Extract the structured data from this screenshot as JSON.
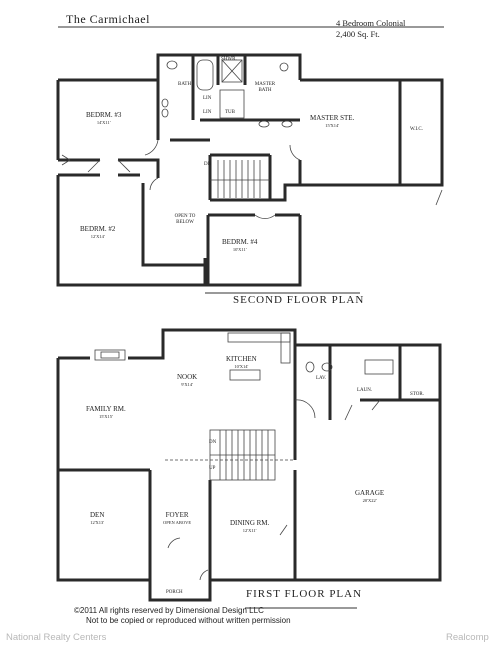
{
  "header": {
    "plan_name": "The Carmichael",
    "bedrooms": "4 Bedroom Colonial",
    "sqft": "2,400 Sq. Ft."
  },
  "second_floor": {
    "title": "SECOND FLOOR PLAN",
    "bedroom3": {
      "name": "BEDRM. #3",
      "dim": "14'X11'"
    },
    "bedroom2": {
      "name": "BEDRM. #2",
      "dim": "12'X14'"
    },
    "bedroom4": {
      "name": "BEDRM. #4",
      "dim": "10'X11'"
    },
    "bath": "BATH",
    "shower": "SHWR.",
    "master_bath": "MASTER BATH",
    "lin1": "LIN",
    "lin2": "LIN",
    "tub": "TUB",
    "master_suite": {
      "name": "MASTER STE.",
      "dim": "15'X14'"
    },
    "wic": "W.I.C.",
    "open_below": "OPEN TO BELOW",
    "stair_dn": "DN"
  },
  "first_floor": {
    "title": "FIRST FLOOR PLAN",
    "kitchen": {
      "name": "KITCHEN",
      "dim": "10'X14'"
    },
    "nook": {
      "name": "NOOK",
      "dim": "9'X14'"
    },
    "family": {
      "name": "FAMILY RM.",
      "dim": "15'X15'"
    },
    "den": {
      "name": "DEN",
      "dim": "12'X13'"
    },
    "foyer": {
      "name": "FOYER",
      "note": "OPEN ABOVE"
    },
    "dining": {
      "name": "DINING RM.",
      "dim": "12'X11'"
    },
    "porch": "PORCH",
    "lav": "LAV.",
    "laundry": "LAUN.",
    "storage": "STOR.",
    "garage": {
      "name": "GARAGE",
      "dim": "20'X22'"
    },
    "stair_dn": "DN",
    "stair_up": "UP"
  },
  "footer": {
    "copyright": "©2011 All rights reserved by Dimensional Design LLC",
    "notice": "Not to be copied or reproduced without written permission"
  },
  "watermarks": {
    "left": "National Realty Centers",
    "right": "Realcomp"
  }
}
